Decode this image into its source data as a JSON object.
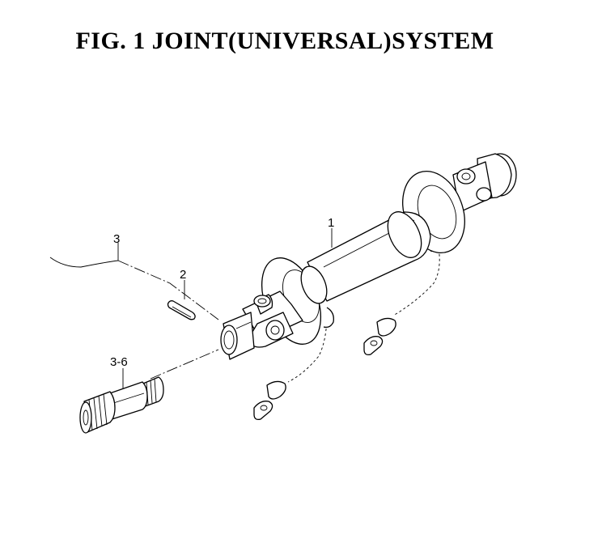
{
  "figure": {
    "title": "FIG. 1  JOINT(UNIVERSAL)SYSTEM"
  },
  "callouts": {
    "part_1": "1",
    "part_2": "2",
    "part_3": "3",
    "part_3_6": "3-6"
  }
}
